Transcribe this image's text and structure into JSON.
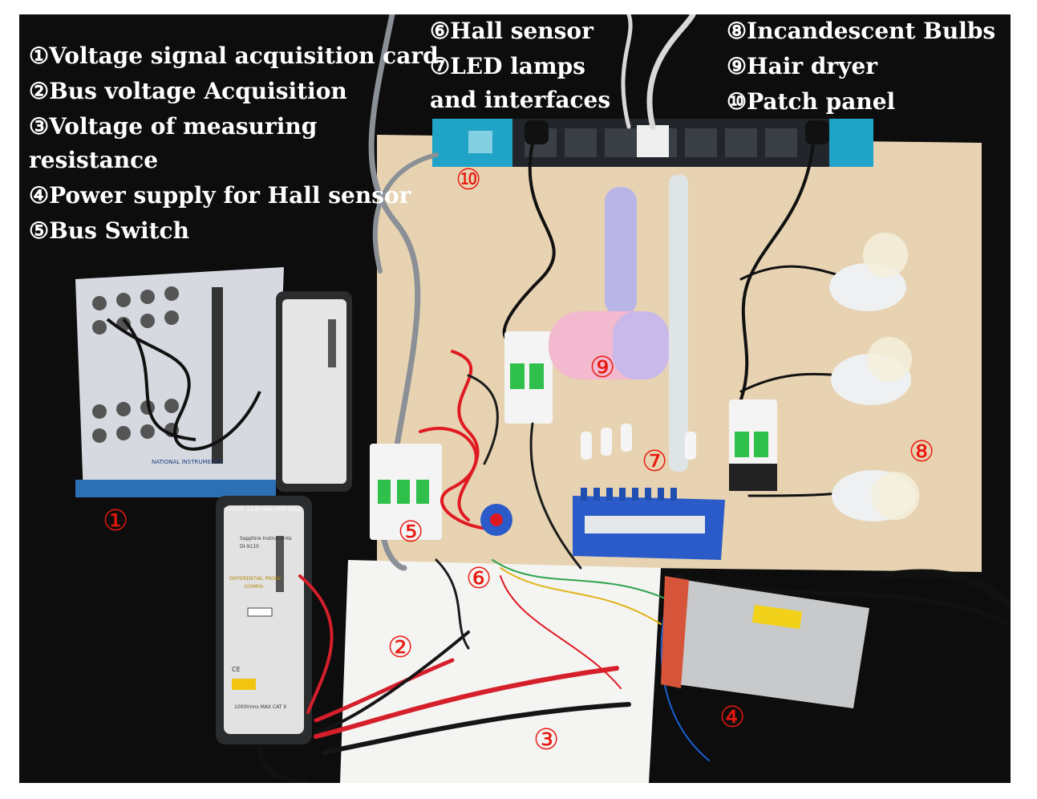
{
  "legend_left": [
    {
      "num": "①",
      "text": "Voltage signal acquisition card"
    },
    {
      "num": "②",
      "text": "Bus voltage Acquisition"
    },
    {
      "num": "③",
      "text": "Voltage of measuring"
    },
    {
      "num": "",
      "text": "resistance"
    },
    {
      "num": "④",
      "text": "Power supply for Hall sensor"
    },
    {
      "num": "⑤",
      "text": "Bus Switch"
    }
  ],
  "legend_middle": [
    {
      "num": "⑥",
      "text": "Hall sensor"
    },
    {
      "num": "⑦",
      "text": "LED lamps"
    },
    {
      "num": "",
      "text": "and interfaces"
    }
  ],
  "legend_right": [
    {
      "num": "⑧",
      "text": "Incandescent Bulbs"
    },
    {
      "num": "⑨",
      "text": "Hair dryer"
    },
    {
      "num": "⑩",
      "text": "Patch panel"
    }
  ],
  "markers": {
    "m1": "①",
    "m2": "②",
    "m3": "③",
    "m4": "④",
    "m5": "⑤",
    "m6": "⑥",
    "m7": "⑦",
    "m8": "⑧",
    "m9": "⑨",
    "m10": "⑩"
  },
  "device_labels": {
    "ni_brand": "NATIONAL INSTRUMENTS",
    "probe_output": "OUTPUT: ±1.4V MAX INTO 50KΩ",
    "probe_maker": "Sapphire Instruments",
    "probe_model": "DI-9110",
    "probe_name": "DIFFERENTIAL PROBE",
    "probe_bw": "100MHz",
    "probe_cat": "1000Vrms MAX CAT II",
    "probe_ce": "CE"
  },
  "colors": {
    "marker": "#e8180f",
    "legend_text": "#ffffff",
    "board": "#e8d6b8",
    "probe_body": "#2a2c2e",
    "daq_body": "#d9dde2",
    "patch_panel": "#23262b",
    "patch_accent": "#1fa3c7",
    "dryer_pink": "#f2b9cf",
    "dryer_lavender": "#b7b3e3"
  }
}
